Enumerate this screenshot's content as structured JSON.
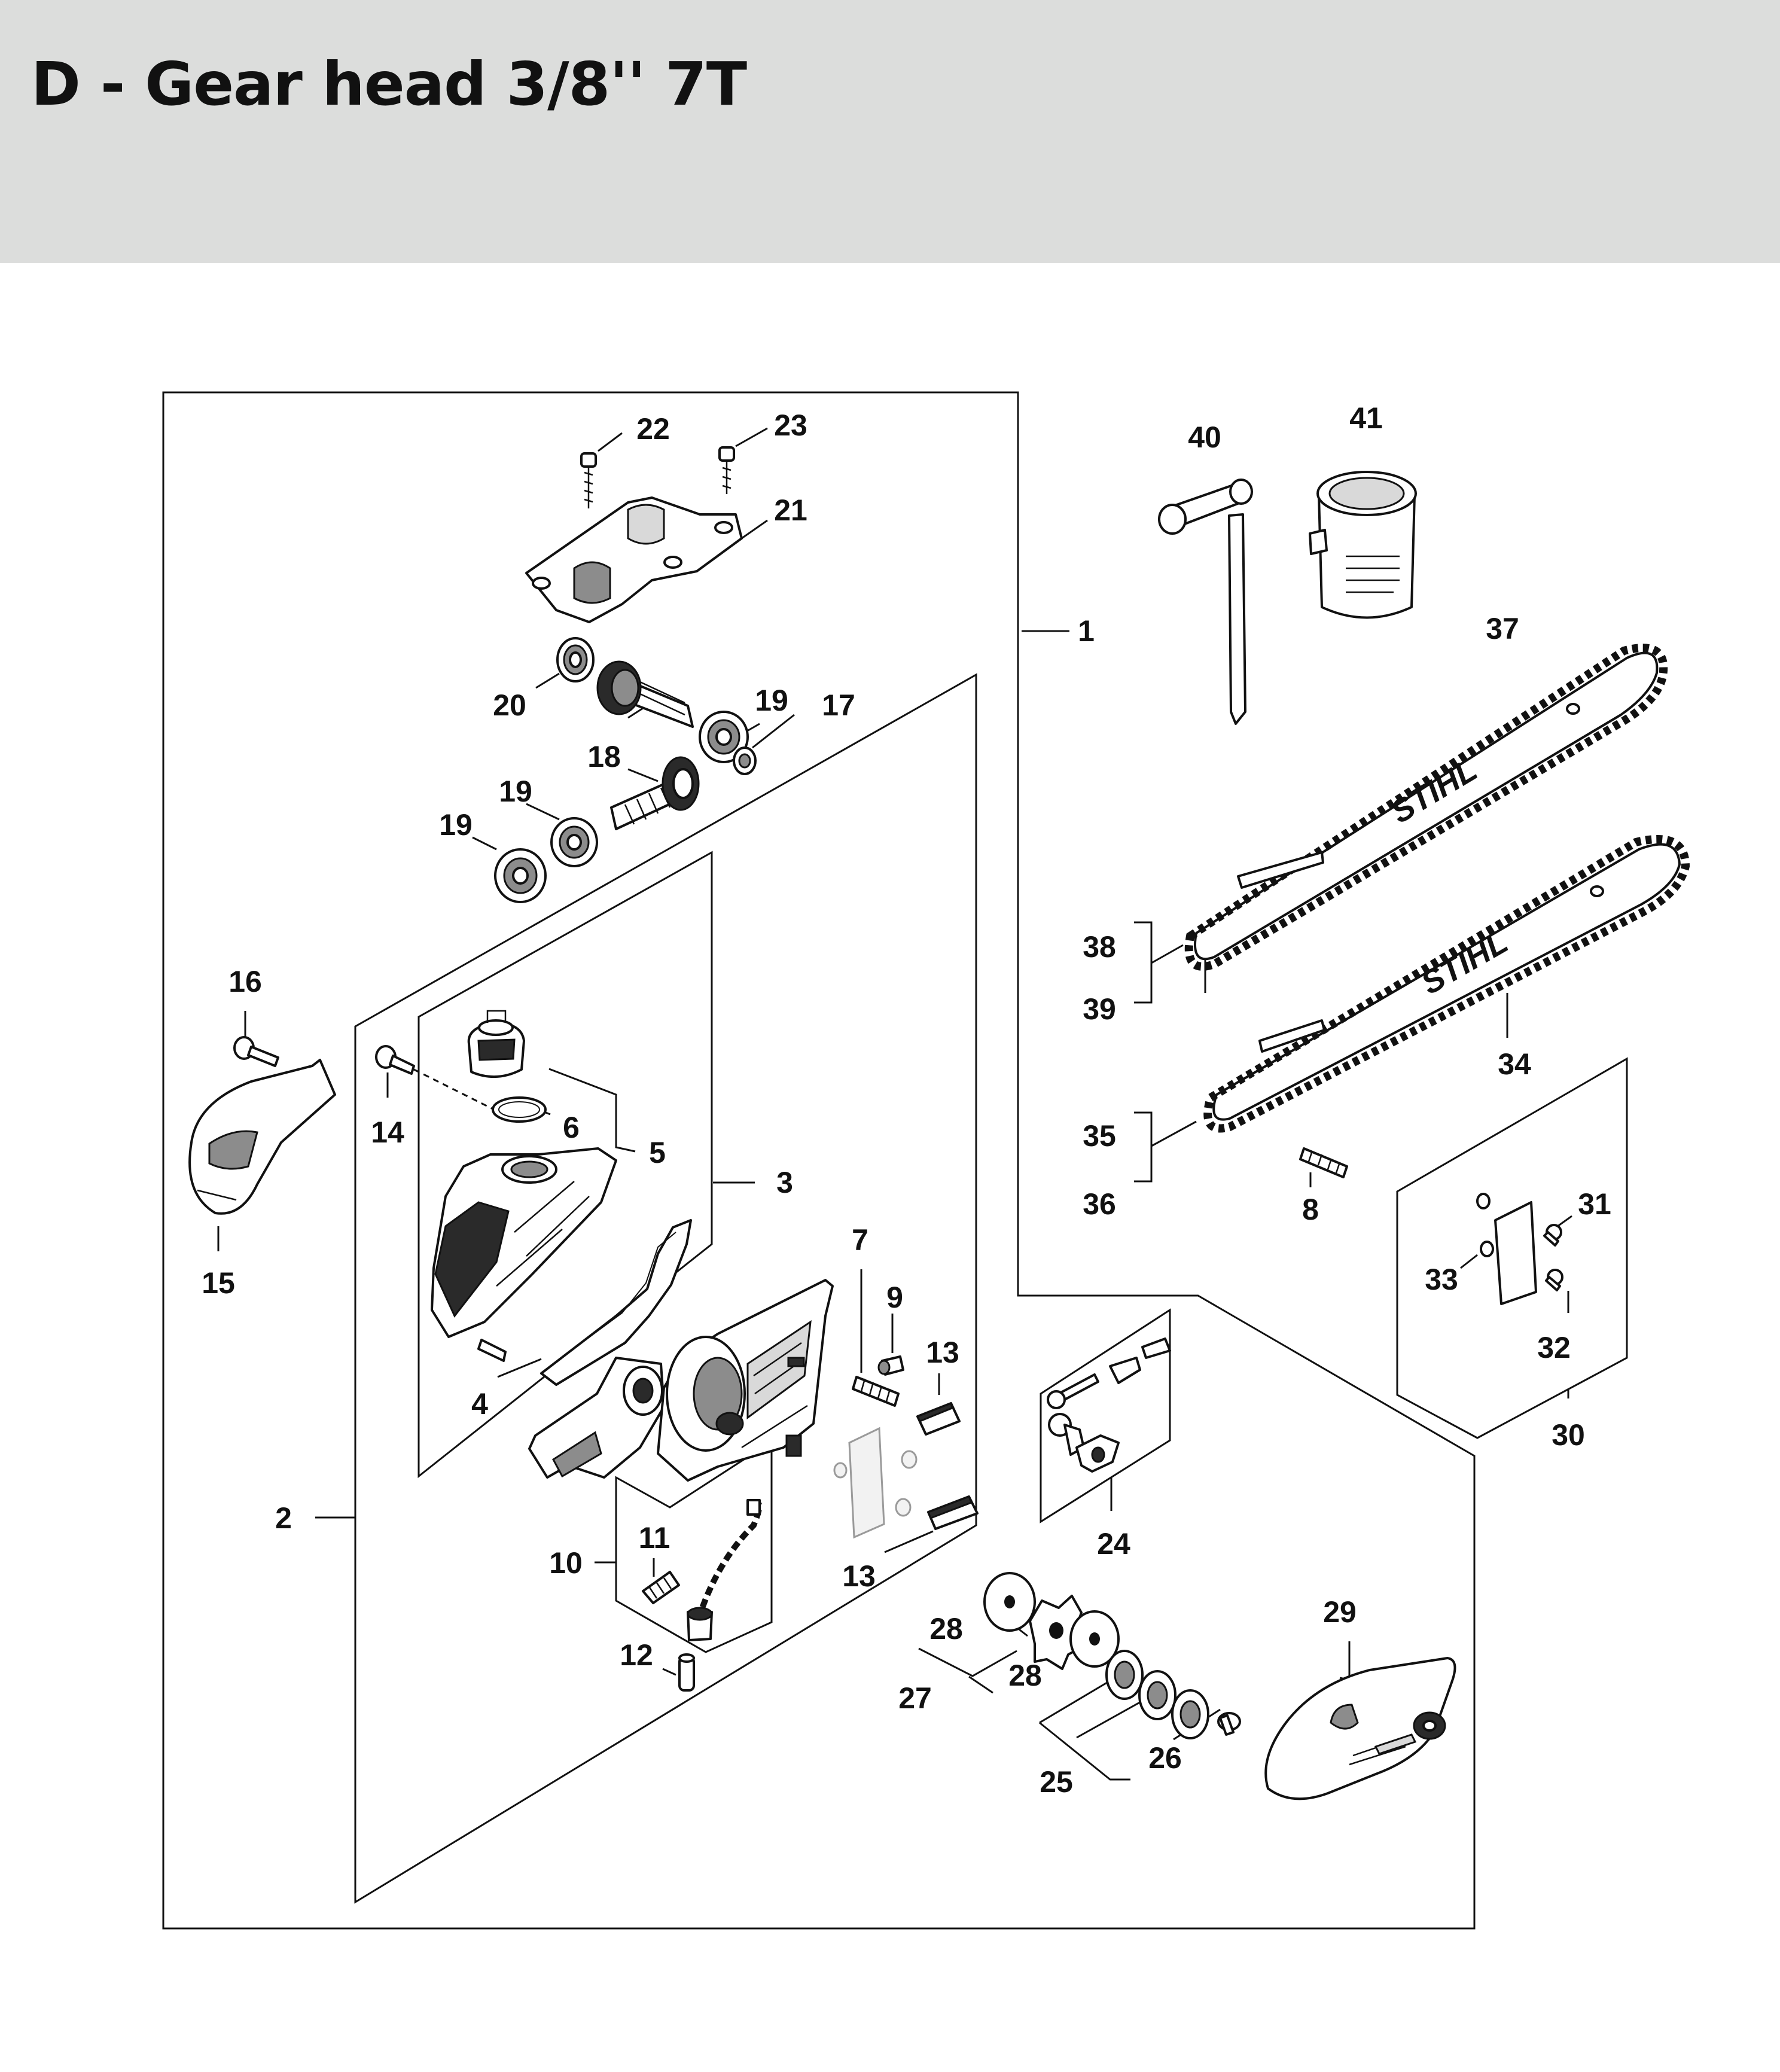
{
  "header": {
    "title": "D - Gear head 3/8'' 7T"
  },
  "diagram": {
    "brand_label": "STIHL",
    "callouts": {
      "c1": "1",
      "c2": "2",
      "c3": "3",
      "c4": "4",
      "c5": "5",
      "c6": "6",
      "c7": "7",
      "c8": "8",
      "c9": "9",
      "c10": "10",
      "c11": "11",
      "c12": "12",
      "c13a": "13",
      "c13b": "13",
      "c14": "14",
      "c15": "15",
      "c16": "16",
      "c17": "17",
      "c18": "18",
      "c19a": "19",
      "c19b": "19",
      "c19c": "19",
      "c20": "20",
      "c21": "21",
      "c22": "22",
      "c23": "23",
      "c24": "24",
      "c25": "25",
      "c26": "26",
      "c27": "27",
      "c28a": "28",
      "c28b": "28",
      "c29": "29",
      "c30": "30",
      "c31": "31",
      "c32": "32",
      "c33": "33",
      "c34": "34",
      "c35": "35",
      "c36": "36",
      "c37": "37",
      "c38": "38",
      "c39": "39",
      "c40": "40",
      "c41": "41"
    }
  }
}
